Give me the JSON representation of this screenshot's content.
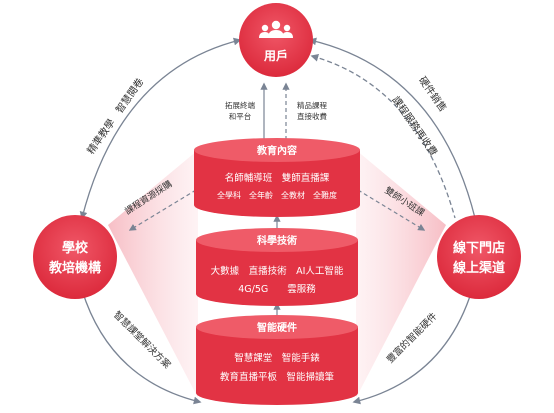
{
  "nodes": {
    "user": "用戶",
    "school_line1": "學校",
    "school_line2": "教培機構",
    "channel_line1": "線下門店",
    "channel_line2": "線上渠道"
  },
  "tiers": {
    "content": {
      "title": "教育內容",
      "line1": "名師輔導班　雙師直播課",
      "line2": "全學科　全年齡　全教材　全難度"
    },
    "tech": {
      "title": "科學技術",
      "line1": "大數據　直播技術　AI人工智能",
      "line2": "4G/5G　　雲服務"
    },
    "hardware": {
      "title": "智能硬件",
      "line1": "智慧課堂　智能手錶",
      "line2": "教育直播平板　智能掃讀筆"
    }
  },
  "edges": {
    "left_top": "精準教學　智慧閱卷",
    "left_mid": "課程資源採購",
    "left_bottom": "智慧課堂解決方案",
    "right_top_outer": "硬件銷售",
    "right_top_inner": "課程服務再收費",
    "right_mid": "雙師小班課",
    "right_bottom": "豐富的智能硬件",
    "center_left": [
      "拓展終端",
      "和平台"
    ],
    "center_right": [
      "精品課程",
      "直接收費"
    ]
  },
  "colors": {
    "primary": "#e23344",
    "primary_light": "#ef5b68",
    "gray_arrow": "#7a8494",
    "tint": "#fde7ea"
  },
  "icons": {
    "user": "people-group-icon"
  }
}
